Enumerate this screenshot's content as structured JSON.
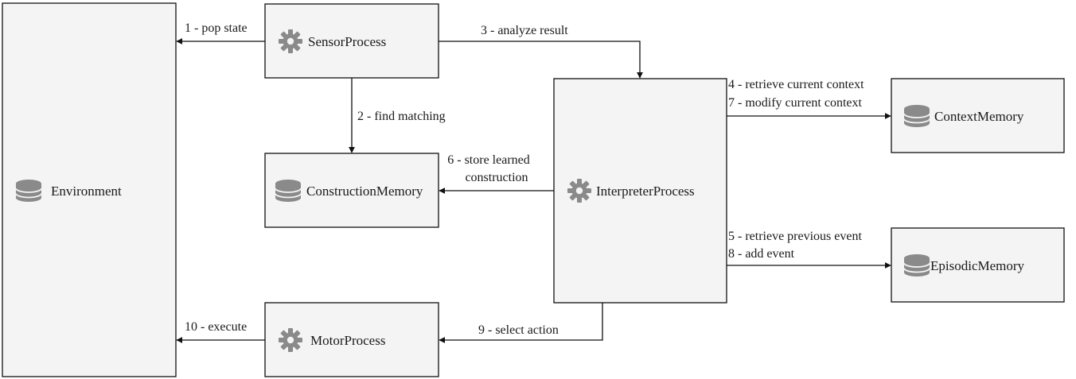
{
  "nodes": {
    "environment": {
      "label": "Environment",
      "icon": "database-icon"
    },
    "sensor": {
      "label": "SensorProcess",
      "icon": "gear-icon"
    },
    "construction": {
      "label": "ConstructionMemory",
      "icon": "database-icon"
    },
    "interpreter": {
      "label": "InterpreterProcess",
      "icon": "gear-icon"
    },
    "context": {
      "label": "ContextMemory",
      "icon": "database-icon"
    },
    "episodic": {
      "label": "EpisodicMemory",
      "icon": "database-icon"
    },
    "motor": {
      "label": "MotorProcess",
      "icon": "gear-icon"
    }
  },
  "edges": {
    "e1": "1 - pop state",
    "e2": "2 - find matching",
    "e3": "3 - analyze result",
    "e4": "4 - retrieve current context",
    "e5": "5 - retrieve previous event",
    "e6_line1": "6 - store learned",
    "e6_line2": "construction",
    "e7": "7 - modify current context",
    "e8": "8 - add event",
    "e9": "9 - select action",
    "e10": "10 - execute"
  },
  "colors": {
    "box_fill": "#f4f4f4",
    "stroke": "#111111",
    "icon": "#8a8a8a"
  }
}
